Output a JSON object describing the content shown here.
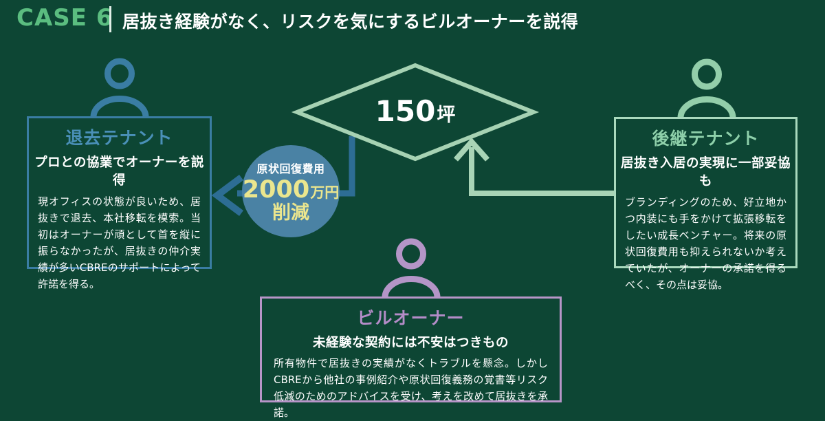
{
  "header": {
    "case_label": "CASE 6",
    "title": "居抜き経験がなく、リスクを気にするビルオーナーを説得"
  },
  "diamond": {
    "value": "150",
    "unit": "坪"
  },
  "savings_circle": {
    "line1": "原状回復費用",
    "amount": "2000",
    "amount_unit": "万円",
    "line3": "削減"
  },
  "boxes": {
    "departing_tenant": {
      "title": "退去テナント",
      "subtitle": "プロとの協業でオーナーを説得",
      "body": "現オフィスの状態が良いため、居抜きで退去、本社移転を模索。当初はオーナーが頑として首を縦に振らなかったが、居抜きの仲介実績が多いCBREのサポートによって許諾を得る。"
    },
    "successor_tenant": {
      "title": "後継テナント",
      "subtitle": "居抜き入居の実現に一部妥協も",
      "body": "ブランディングのため、好立地かつ内装にも手をかけて拡張移転をしたい成長ベンチャー。将来の原状回復費用も抑えられないか考えていたが、オーナーの承諾を得るべく、その点は妥協。"
    },
    "building_owner": {
      "title": "ビルオーナー",
      "subtitle": "未経験な契約には不安はつきもの",
      "body": "所有物件で居抜きの実績がなくトラブルを懸念。しかしCBREから他社の事例紹介や原状回復義務の覚書等リスク低減のためのアドバイスを受け、考えを改めて居抜きを承諾。"
    }
  },
  "colors": {
    "background": "#0d4634",
    "case_label_green": "#5bbd80",
    "departing_blue": "#3a7da3",
    "departing_title_blue": "#4a90b8",
    "connector_blue": "#2d6d94",
    "circle_blue": "#4a82a4",
    "successor_green": "#9dd3b2",
    "owner_purple": "#b795c8",
    "highlight_yellow": "#ebe68e",
    "text_white": "#ffffff"
  }
}
